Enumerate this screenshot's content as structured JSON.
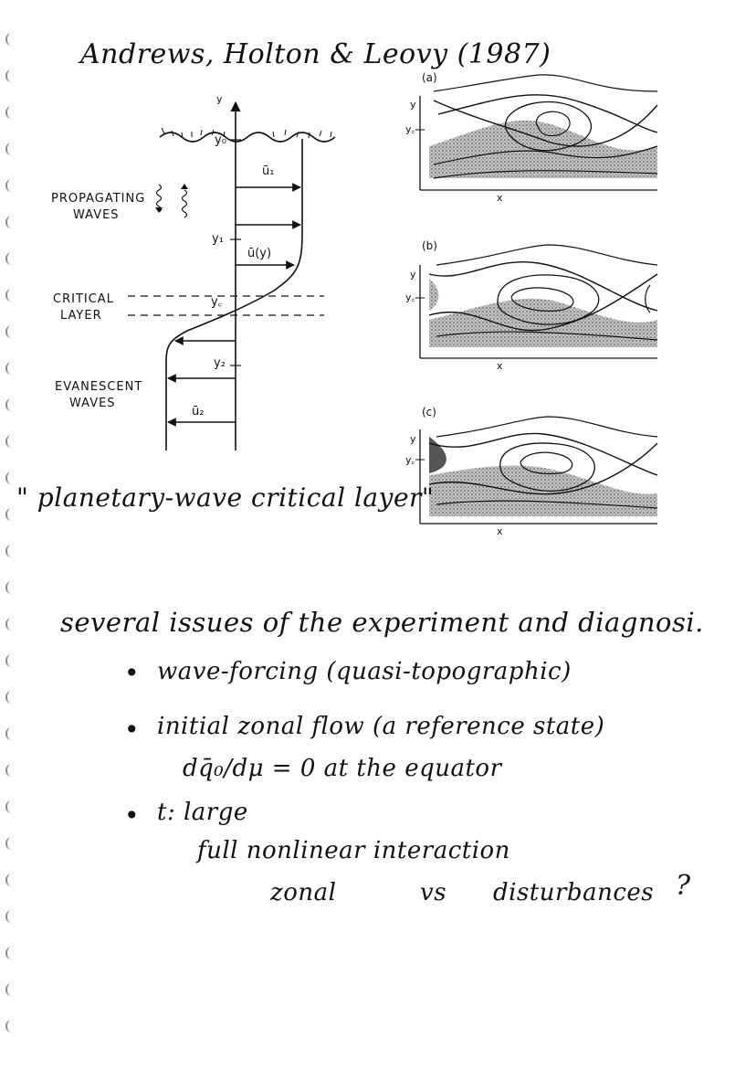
{
  "header": {
    "citation": "Andrews, Holton & Leovy (1987)"
  },
  "figure_left": {
    "axis_y": "y",
    "levels": {
      "y0": "y₀",
      "y1": "y₁",
      "yc": "y꜀",
      "y2": "y₂"
    },
    "flow_labels": {
      "u1": "ū₁",
      "uy": "ū(y)",
      "u2": "ū₂"
    },
    "region_labels": {
      "propagating_line1": "PROPAGATING",
      "propagating_line2": "WAVES",
      "critical_line1": "CRITICAL",
      "critical_line2": "LAYER",
      "evanescent_line1": "EVANESCENT",
      "evanescent_line2": "WAVES"
    }
  },
  "figure_right": {
    "panels": [
      {
        "label": "(a)",
        "y": "y",
        "yc": "y꜀",
        "x": "x"
      },
      {
        "label": "(b)",
        "y": "y",
        "yc": "y꜀",
        "x": "x"
      },
      {
        "label": "(c)",
        "y": "y",
        "yc": "y꜀",
        "x": "x"
      }
    ]
  },
  "notes": {
    "caption": "\" planetary-wave critical layer\"",
    "line1": "several issues of the experiment and diagnosi.",
    "bullet1": "wave-forcing (quasi-topographic)",
    "bullet2": "initial zonal flow (a reference state)",
    "bullet2_sub": "dq̄₀/dμ = 0 at the equator",
    "bullet3": "t: large",
    "bullet3_sub1": "full nonlinear interaction",
    "bullet3_sub2a": "zonal",
    "bullet3_sub2b": "vs",
    "bullet3_sub2c": "disturbances",
    "bullet3_sub2d": "?",
    "bullet_mark": "•"
  },
  "colors": {
    "ink": "#111111",
    "shade": "#9a9a9a"
  }
}
